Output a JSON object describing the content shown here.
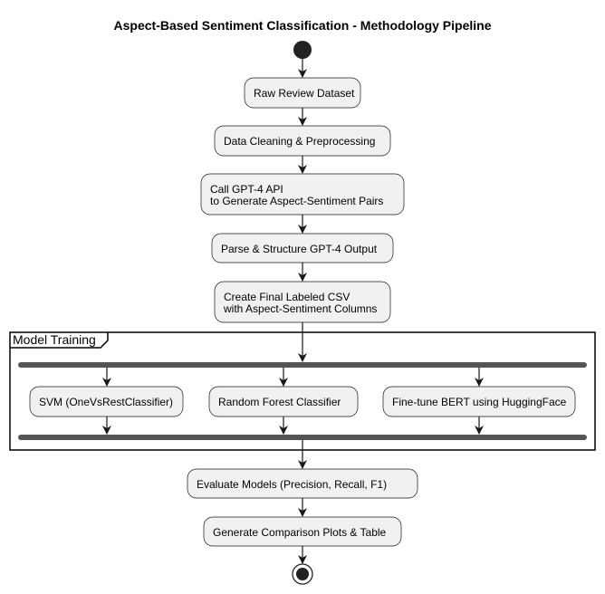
{
  "diagram": {
    "title": "Aspect-Based Sentiment Classification - Methodology Pipeline",
    "steps_before": [
      {
        "id": "raw",
        "lines": [
          "Raw Review Dataset"
        ]
      },
      {
        "id": "clean",
        "lines": [
          "Data Cleaning & Preprocessing"
        ]
      },
      {
        "id": "gpt",
        "lines": [
          "Call GPT-4 API",
          "to Generate Aspect-Sentiment Pairs"
        ]
      },
      {
        "id": "parse",
        "lines": [
          "Parse & Structure GPT-4 Output"
        ]
      },
      {
        "id": "csv",
        "lines": [
          "Create Final Labeled CSV",
          "with Aspect-Sentiment Columns"
        ]
      }
    ],
    "group": {
      "label": "Model Training",
      "branches": [
        {
          "id": "svm",
          "lines": [
            "SVM (OneVsRestClassifier)"
          ]
        },
        {
          "id": "rf",
          "lines": [
            "Random Forest Classifier"
          ]
        },
        {
          "id": "bert",
          "lines": [
            "Fine-tune BERT using HuggingFace"
          ]
        }
      ]
    },
    "steps_after": [
      {
        "id": "eval",
        "lines": [
          "Evaluate Models (Precision, Recall, F1)"
        ]
      },
      {
        "id": "plots",
        "lines": [
          "Generate Comparison Plots & Table"
        ]
      }
    ],
    "colors": {
      "node_fill": "#f1f1f1",
      "node_stroke": "#181818",
      "fork_bar": "#555555",
      "start_node": "#222222"
    }
  }
}
